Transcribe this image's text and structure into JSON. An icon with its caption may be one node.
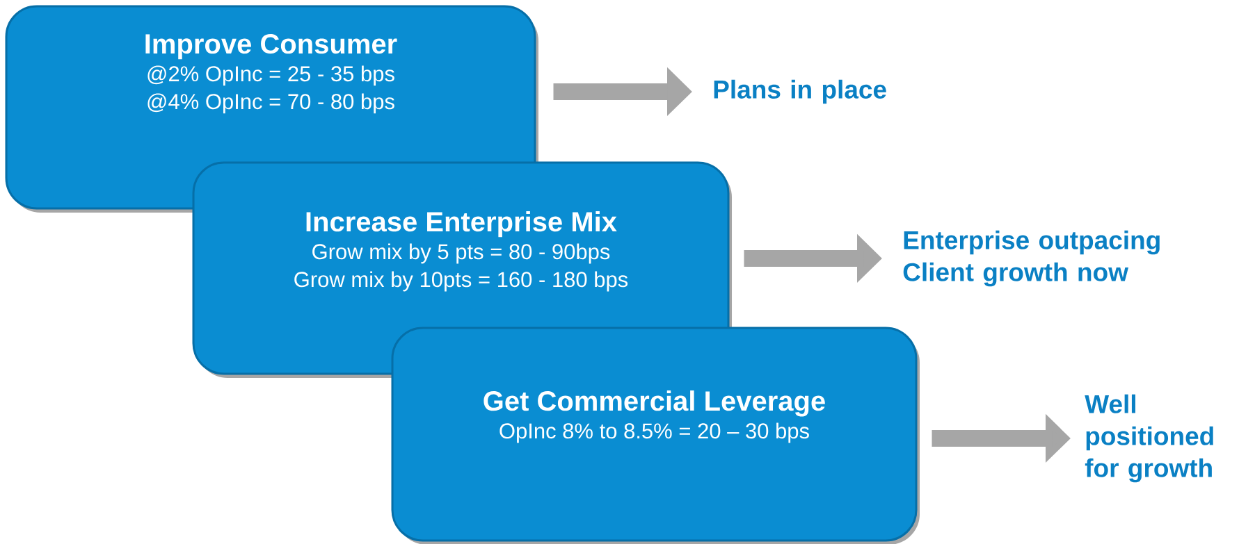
{
  "diagram": {
    "nodes": [
      {
        "text": [
          "Improve Consumer",
          "@2% OpInc = 25 - 35 bps",
          "@4% OpInc = 70 - 80 bps"
        ]
      },
      {
        "text": [
          "Increase Enterprise Mix",
          "Grow mix by 5 pts = 80 - 90bps",
          "Grow mix by 10pts = 160 - 180 bps"
        ]
      },
      {
        "text": [
          "Get Commercial Leverage",
          "OpInc 8% to 8.5% = 20 – 30 bps"
        ]
      },
      {
        "text": [
          "Plans in place"
        ]
      },
      {
        "text": [
          "Enterprise outpacing Client growth now"
        ]
      },
      {
        "text": [
          "Well positioned for growth"
        ]
      }
    ],
    "edges": [
      {
        "from": 0,
        "to": 3,
        "arrow": "to"
      },
      {
        "from": 1,
        "to": 4,
        "arrow": "to"
      },
      {
        "from": 2,
        "to": 5,
        "arrow": "to"
      }
    ]
  }
}
